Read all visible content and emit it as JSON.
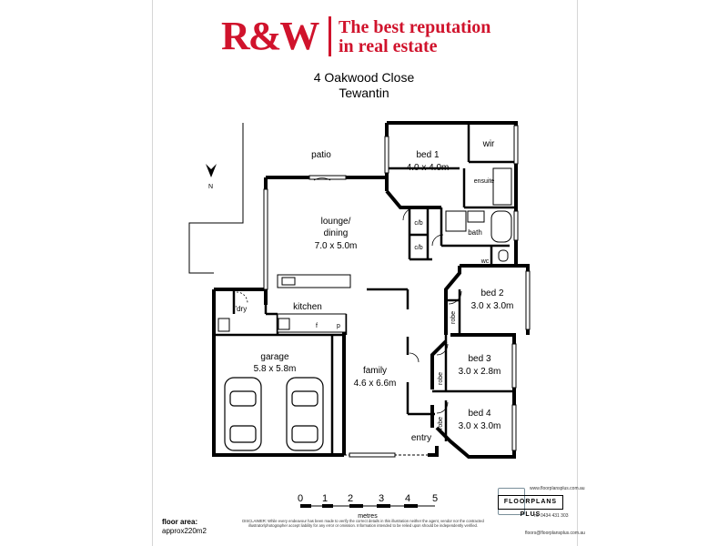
{
  "header": {
    "logo": "R&W",
    "tagline_line1": "The best reputation",
    "tagline_line2": "in real estate",
    "brand_color": "#d0132c"
  },
  "address": {
    "line1": "4 Oakwood Close",
    "line2": "Tewantin"
  },
  "compass": {
    "label": "N"
  },
  "rooms": {
    "patio": "patio",
    "bed1_name": "bed 1",
    "bed1_size": "4.0 x 4.0m",
    "wir": "wir",
    "ensuite": "ensuite",
    "cb1": "c/b",
    "cb2": "c/b",
    "bath": "bath",
    "wc": "wc",
    "lounge_name1": "lounge/",
    "lounge_name2": "dining",
    "lounge_size": "7.0 x 5.0m",
    "kitchen": "kitchen",
    "ldry": "l'dry",
    "kitchen_f": "f",
    "kitchen_p": "p",
    "bed2_name": "bed 2",
    "bed2_size": "3.0 x 3.0m",
    "robe2": "robe",
    "garage_name": "garage",
    "garage_size": "5.8 x 5.8m",
    "family_name": "family",
    "family_size": "4.6 x 6.6m",
    "bed3_name": "bed 3",
    "bed3_size": "3.0 x 2.8m",
    "robe3": "robe",
    "bed4_name": "bed 4",
    "bed4_size": "3.0 x 3.0m",
    "robe4": "robe",
    "entry": "entry"
  },
  "scale": {
    "ticks": [
      "0",
      "1",
      "2",
      "3",
      "4",
      "5"
    ],
    "unit": "metres"
  },
  "floor_area": {
    "title": "floor area:",
    "value": "approx220m2"
  },
  "disclaimer": {
    "text": "DISCLAIMER: While every endeavour has been made to verify the correct details in this illustration neither the agent, vendor nor the contracted illustrator/photographer accept liability for any error or omission. Information intended to be relied upon should be independently verified."
  },
  "floorplans_plus": {
    "website": "www.floorplansplus.com.au",
    "brand": "FLOORPLANS PLUS",
    "phone": "m. 0434 431 303",
    "email": "floors@floorplansplus.com.au"
  }
}
